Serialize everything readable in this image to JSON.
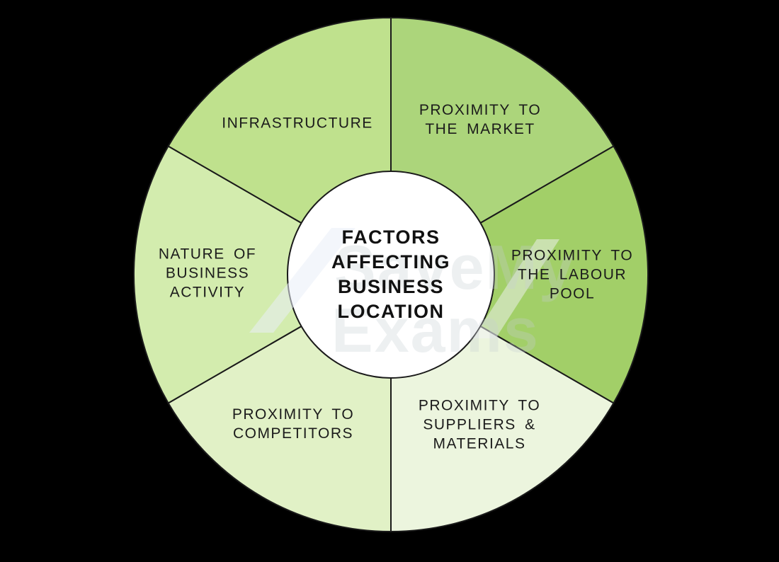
{
  "title": "Factors affecting business location wheel diagram",
  "background": "#000000",
  "outline_color": "#1a1a1a",
  "center": {
    "fill": "#ffffff",
    "lines": [
      "FACTORS",
      "AFFECTING",
      "BUSINESS",
      "LOCATION"
    ]
  },
  "watermark": {
    "line1": "SaveMy",
    "line2": "Exams",
    "color": "#c7ced4"
  },
  "segments": [
    {
      "name": "proximity-to-the-market",
      "color": "#acd57b",
      "lines": [
        "PROXIMITY TO",
        "THE MARKET"
      ]
    },
    {
      "name": "proximity-to-the-labour-pool",
      "color": "#a2cf68",
      "lines": [
        "PROXIMITY TO",
        "THE LABOUR",
        "POOL"
      ]
    },
    {
      "name": "proximity-to-suppliers-materials",
      "color": "#ecf5de",
      "lines": [
        "PROXIMITY TO",
        "SUPPLIERS &",
        "MATERIALS"
      ]
    },
    {
      "name": "proximity-to-competitors",
      "color": "#e1f1c6",
      "lines": [
        "PROXIMITY TO",
        "COMPETITORS"
      ]
    },
    {
      "name": "nature-of-business-activity",
      "color": "#d3ecae",
      "lines": [
        "NATURE OF",
        "BUSINESS",
        "ACTIVITY"
      ]
    },
    {
      "name": "infrastructure",
      "color": "#bfe18d",
      "lines": [
        "INFRASTRUCTURE"
      ]
    }
  ]
}
